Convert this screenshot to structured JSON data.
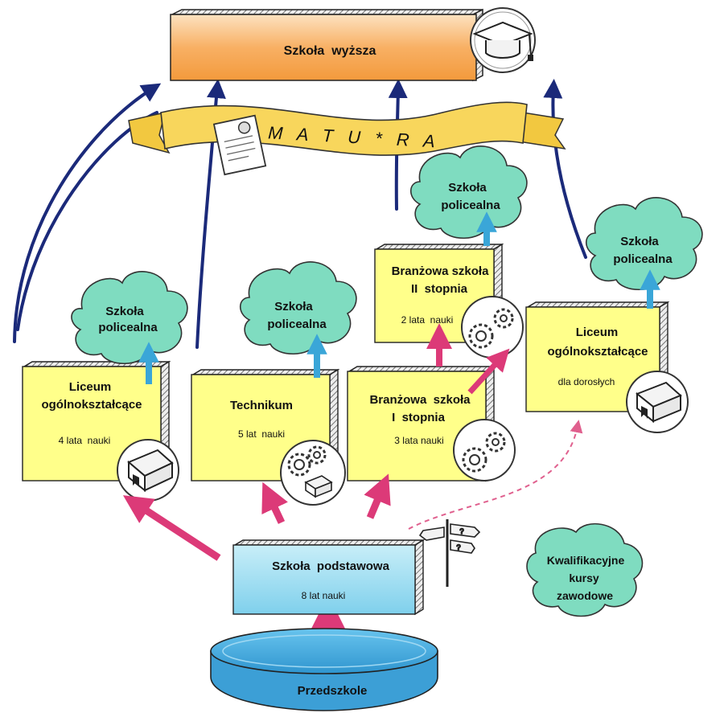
{
  "higher": {
    "title": "Szkoła  wyższa",
    "icon": "graduation-cap-icon"
  },
  "matura": {
    "label": "M A T U * R A",
    "icon": "certificate-icon"
  },
  "liceum": {
    "line1": "Liceum",
    "line2": "ogólnokształcące",
    "years": "4 lata  nauki",
    "icon": "book-icon"
  },
  "technikum": {
    "title": "Technikum",
    "years": "5 lat  nauki",
    "icon": "gears-book-icon"
  },
  "branzowa1": {
    "line1": "Branżowa  szkoła",
    "line2": "I  stopnia",
    "years": "3 lata nauki",
    "icon": "gears-icon"
  },
  "branzowa2": {
    "line1": "Branżowa szkoła",
    "line2": "II  stopnia",
    "years": "2 lata  nauki",
    "icon": "gears-icon"
  },
  "liceum_adult": {
    "line1": "Liceum",
    "line2": "ogólnokształcące",
    "line3": "dla dorosłych",
    "icon": "book-icon"
  },
  "policealna": {
    "line1": "Szkoła",
    "line2": "policealna"
  },
  "podstawowa": {
    "title": "Szkoła  podstawowa",
    "years": "8 lat nauki",
    "icon": "signpost-icon"
  },
  "przedszkole": {
    "title": "Przedszkole"
  },
  "kwalifikacyjne": {
    "line1": "Kwalifikacyjne",
    "line2": "kursy",
    "line3": "zawodowe"
  },
  "colors": {
    "yellow": "#ffff8a",
    "orange": "#f7a34d",
    "blue_box": "#8fd6ee",
    "cloud": "#7fdcc0",
    "pink": "#dc3a78",
    "navy": "#1b2a7a",
    "arrow_blue": "#3aa6d8",
    "pool": "#4aaee0",
    "banner": "#f8d65c"
  }
}
